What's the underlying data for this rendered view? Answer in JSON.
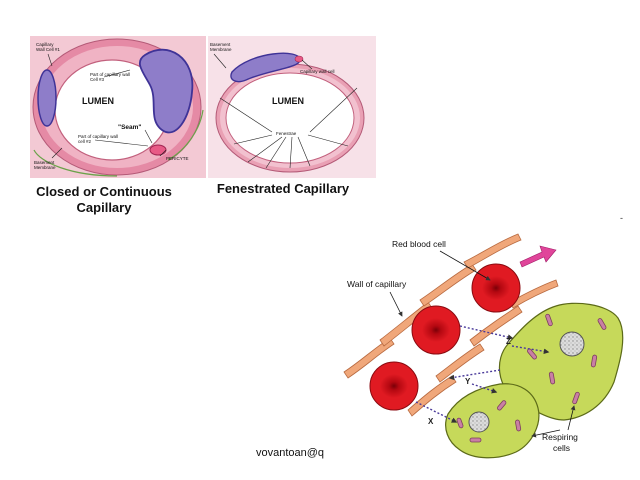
{
  "top": {
    "closed": {
      "caption_line1": "Closed or Continuous",
      "caption_line2": "Capillary",
      "labels": {
        "wall_cell_1_a": "Capillary",
        "wall_cell_1_b": "Wall Cell #1",
        "wall_cell_3_a": "Part of capillary wall",
        "wall_cell_3_b": "Cell #3",
        "lumen": "LUMEN",
        "seam": "\"Seam\"",
        "wall_cell_2_a": "Part of capillary wall",
        "wall_cell_2_b": "cell #2",
        "basement_a": "Basement",
        "basement_b": "Membrane",
        "pericyte": "PERICYTE"
      }
    },
    "fenestrated": {
      "caption": "Fenestrated Capillary",
      "labels": {
        "basement_a": "Basement",
        "basement_b": "Membrane",
        "wall_cell": "Capillary wall cell",
        "lumen": "LUMEN",
        "fenestrae": "Fenestrae"
      }
    }
  },
  "bottom": {
    "labels": {
      "red_blood_cell": "Red blood cell",
      "wall_of_capillary": "Wall of capillary",
      "respiring_a": "Respiring",
      "respiring_b": "cells",
      "x": "X",
      "y": "Y",
      "z": "Z"
    }
  },
  "watermark": "vovantoan@q",
  "dash": "-",
  "colors": {
    "panel_bg": "#f3c9d4",
    "wall_pink": "#e9a0b4",
    "nucleus_purple": "#8e7dc9",
    "rbc_red": "#d3131c",
    "cell_green": "#c6d95a",
    "capillary_wall": "#f0a77a",
    "arrow_pink": "#e0459a"
  }
}
